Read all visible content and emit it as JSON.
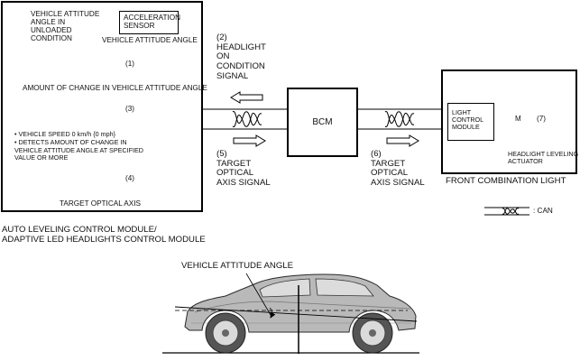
{
  "module": {
    "unloaded_text": "VEHICLE ATTITUDE\nANGLE IN\nUNLOADED\nCONDITION",
    "accel_sensor": "ACCELERATION\nSENSOR",
    "attitude_angle_label": "VEHICLE ATTITUDE ANGLE",
    "step1": "(1)",
    "change_label": "AMOUNT OF CHANGE IN VEHICLE ATTITUDE ANGLE",
    "step3": "(3)",
    "conditions_text": "• VEHICLE SPEED 0 km/h {0 mph}\n• DETECTS AMOUNT OF CHANGE IN\n   VEHICLE ATTITUDE ANGLE AT SPECIFIED\n   VALUE OR MORE",
    "step4": "(4)",
    "target_axis": "TARGET OPTICAL AXIS",
    "caption": "AUTO LEVELING CONTROL MODULE/\nADAPTIVE LED HEADLIGHTS CONTROL MODULE"
  },
  "signals": {
    "sig2": "(2)\nHEADLIGHT\nON\nCONDITION\nSIGNAL",
    "sig5": "(5)\nTARGET\nOPTICAL\nAXIS SIGNAL",
    "sig6": "(6)\nTARGET\nOPTICAL\nAXIS SIGNAL"
  },
  "bcm": {
    "label": "BCM"
  },
  "front_light": {
    "light_control": "LIGHT\nCONTROL\nMODULE",
    "motor": "M",
    "step7": "(7)",
    "actuator": "HEADLIGHT LEVELING\nACTUATOR",
    "caption": "FRONT COMBINATION LIGHT"
  },
  "legend": {
    "can": ": CAN"
  },
  "car": {
    "attitude_label": "VEHICLE ATTITUDE ANGLE"
  }
}
